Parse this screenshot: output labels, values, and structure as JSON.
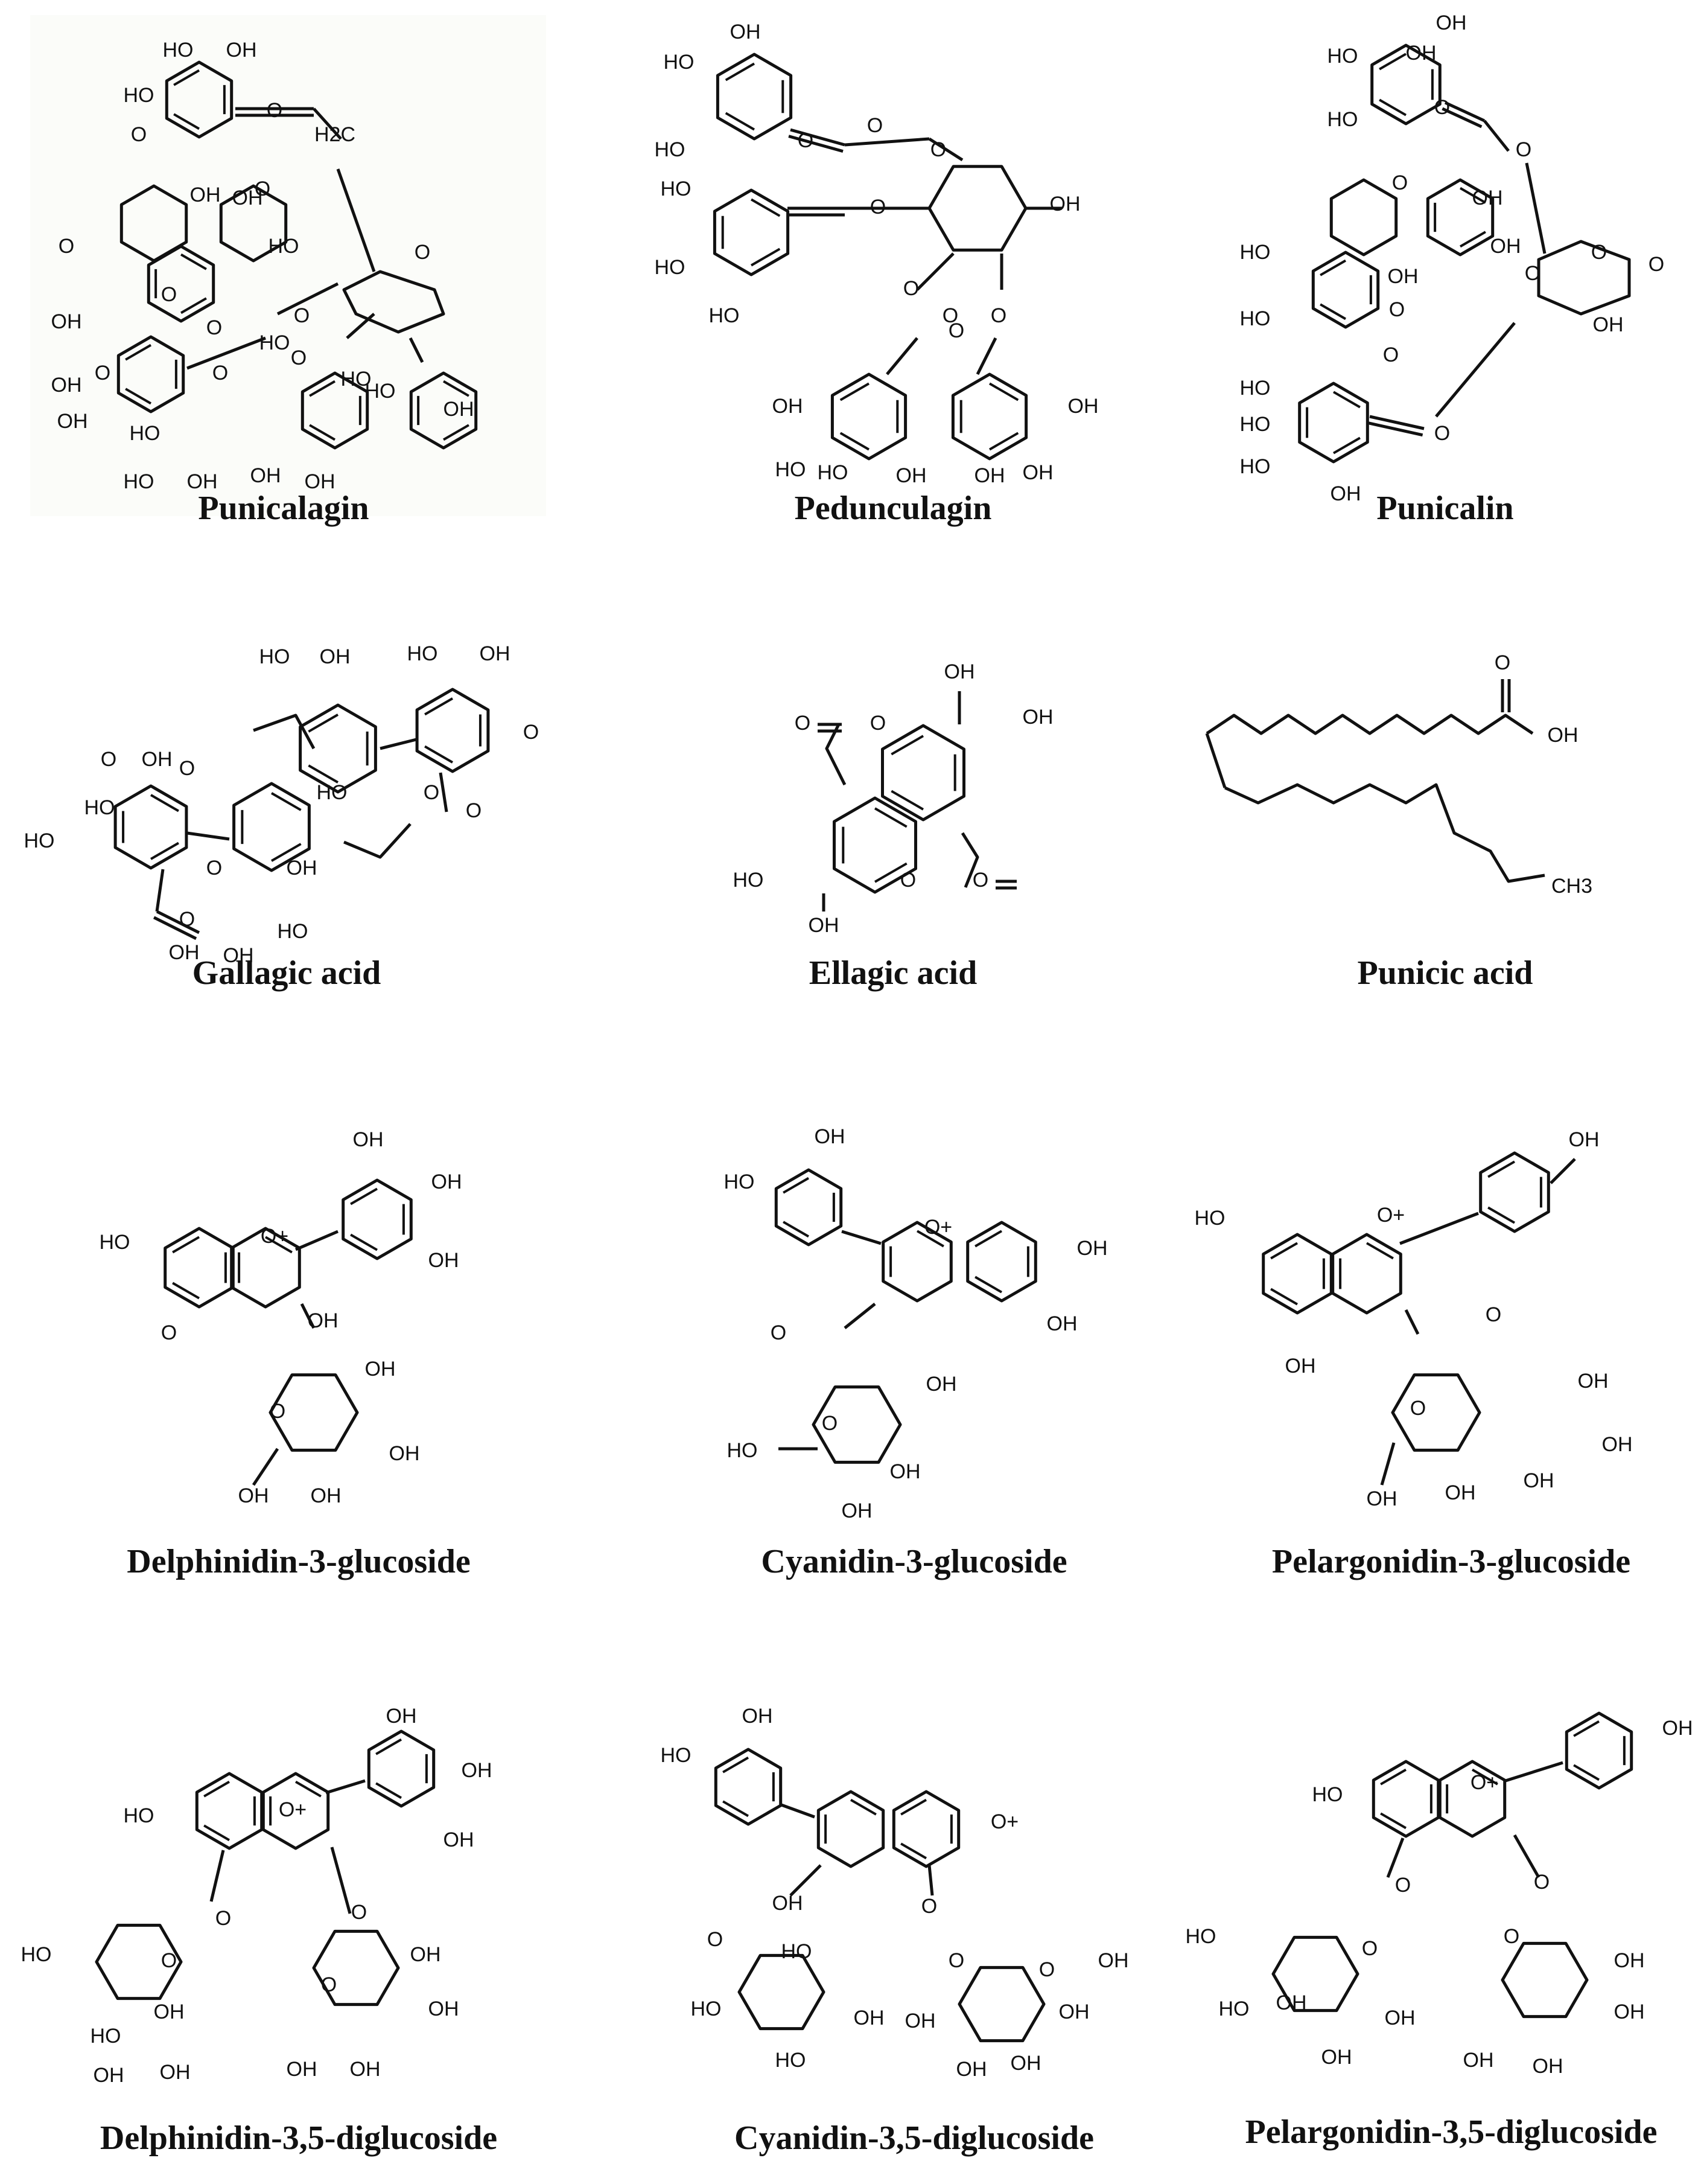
{
  "figure": {
    "compounds": [
      {
        "id": "punicalagin",
        "name": "Punicalagin",
        "labels": [
          "HO",
          "OH",
          "HO",
          "O",
          "O",
          "H2C",
          "OH",
          "O",
          "O",
          "HO",
          "OH",
          "O",
          "O",
          "OH",
          "HO",
          "O",
          "O",
          "O",
          "O",
          "O",
          "HO",
          "OH",
          "HO",
          "OH",
          "HO",
          "OH",
          "HO",
          "OH",
          "OH",
          "OH"
        ]
      },
      {
        "id": "pedunculagin",
        "name": "Pedunculagin",
        "labels": [
          "OH",
          "HO",
          "HO",
          "O",
          "O",
          "O",
          "O",
          "OH",
          "HO",
          "HO",
          "HO",
          "O",
          "O",
          "O",
          "O",
          "OH",
          "HO",
          "OH",
          "HO",
          "OH",
          "OH",
          "OH"
        ]
      },
      {
        "id": "punicalin",
        "name": "Punicalin",
        "labels": [
          "OH",
          "HO",
          "OH",
          "HO",
          "O",
          "O",
          "O",
          "OH",
          "OH",
          "O",
          "HO",
          "O",
          "OH",
          "HO",
          "O",
          "O",
          "OH",
          "HO",
          "O",
          "HO",
          "HO",
          "O",
          "OH"
        ]
      },
      {
        "id": "gallagic-acid",
        "name": "Gallagic acid",
        "labels": [
          "HO",
          "OH",
          "HO",
          "OH",
          "O",
          "O",
          "O",
          "OH",
          "HO",
          "HO",
          "HO",
          "O",
          "O",
          "O",
          "OH",
          "O",
          "OH",
          "HO",
          "OH"
        ]
      },
      {
        "id": "ellagic-acid",
        "name": "Ellagic acid",
        "labels": [
          "OH",
          "O",
          "O",
          "OH",
          "HO",
          "O",
          "O",
          "OH"
        ]
      },
      {
        "id": "punicic-acid",
        "name": "Punicic acid",
        "labels": [
          "O",
          "OH",
          "CH3"
        ]
      },
      {
        "id": "delphinidin-3-glucoside",
        "name": "Delphinidin-3-glucoside",
        "labels": [
          "OH",
          "OH",
          "HO",
          "O+",
          "OH",
          "O",
          "OH",
          "O",
          "OH",
          "OH",
          "OH",
          "OH"
        ]
      },
      {
        "id": "cyanidin-3-glucoside",
        "name": "Cyanidin-3-glucoside",
        "labels": [
          "OH",
          "HO",
          "O+",
          "OH",
          "O",
          "OH",
          "O",
          "HO",
          "OH",
          "OH",
          "OH"
        ]
      },
      {
        "id": "pelargonidin-3-glucoside",
        "name": "Pelargonidin-3-glucoside",
        "labels": [
          "OH",
          "HO",
          "O+",
          "OH",
          "O",
          "OH",
          "O",
          "OH",
          "OH",
          "OH",
          "OH"
        ]
      },
      {
        "id": "delphinidin-3-5-diglucoside",
        "name": "Delphinidin-3,5-diglucoside",
        "labels": [
          "OH",
          "OH",
          "HO",
          "O+",
          "OH",
          "O",
          "O",
          "HO",
          "O",
          "O",
          "OH",
          "OH",
          "HO",
          "OH",
          "OH",
          "OH",
          "OH",
          "OH"
        ]
      },
      {
        "id": "cyanidin-3-5-diglucoside",
        "name": "Cyanidin-3,5-diglucoside",
        "labels": [
          "OH",
          "HO",
          "O+",
          "OH",
          "O",
          "O",
          "HO",
          "O",
          "O",
          "OH",
          "HO",
          "OH",
          "OH",
          "OH",
          "HO",
          "OH",
          "OH"
        ]
      },
      {
        "id": "pelargonidin-3-5-diglucoside",
        "name": "Pelargonidin-3,5-diglucoside",
        "labels": [
          "OH",
          "HO",
          "O+",
          "O",
          "O",
          "HO",
          "O",
          "O",
          "OH",
          "HO",
          "OH",
          "OH",
          "OH",
          "OH",
          "OH",
          "OH"
        ]
      }
    ]
  }
}
